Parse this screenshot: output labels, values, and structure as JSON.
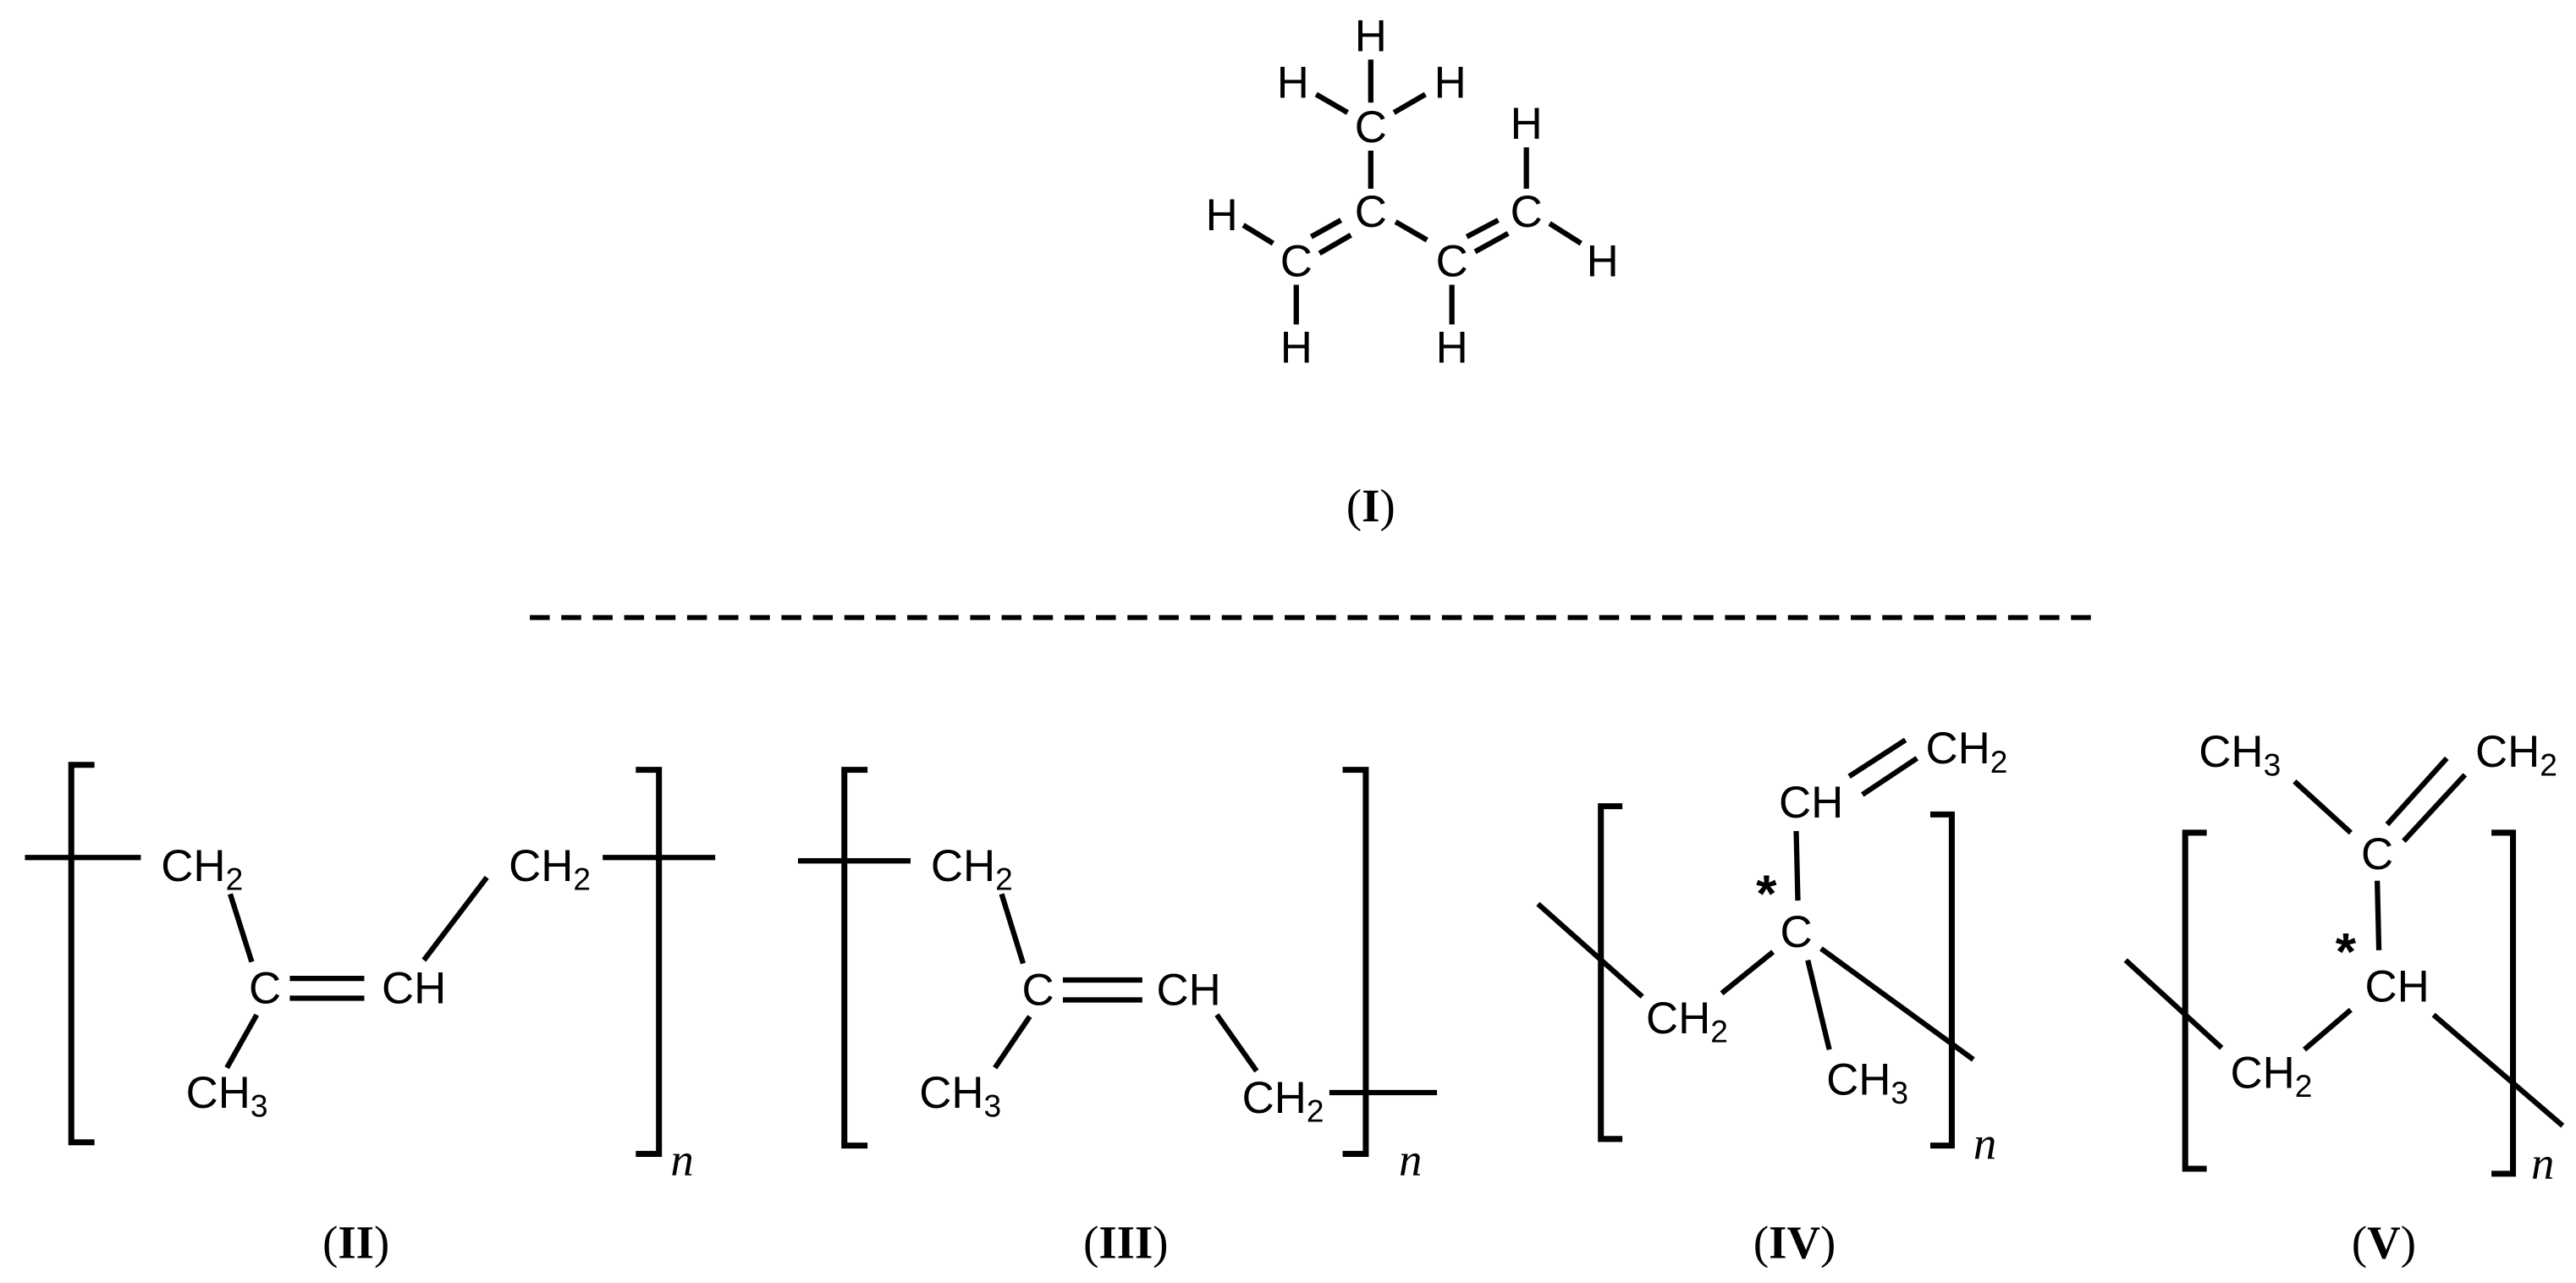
{
  "atoms": {
    "H": "H",
    "C": "C",
    "CH": "CH",
    "two": "2",
    "three": "3"
  },
  "repeat_index": "n",
  "chiral_marker": "*",
  "paren_open": "(",
  "paren_close": ")",
  "labels": {
    "I": "I",
    "II": "II",
    "III": "III",
    "IV": "IV",
    "V": "V"
  }
}
